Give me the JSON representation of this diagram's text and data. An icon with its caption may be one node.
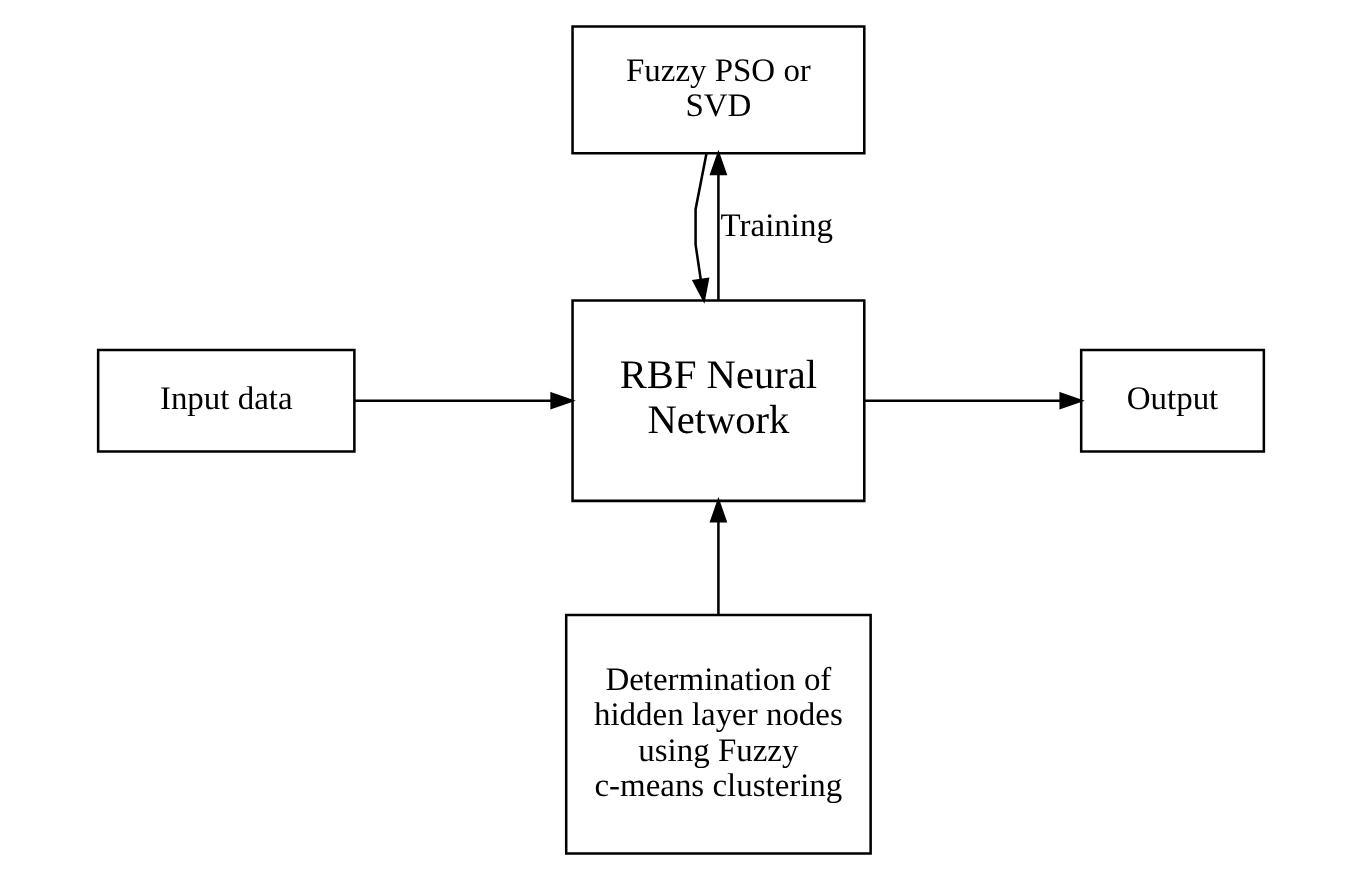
{
  "diagram": {
    "nodes": [
      {
        "text": [
          "Fuzzy PSO or SVD"
        ]
      },
      {
        "text": [
          "Input data"
        ]
      },
      {
        "text": [
          "RBF Neural Network"
        ]
      },
      {
        "text": [
          "Output"
        ]
      },
      {
        "text": [
          "Determination of hidden layer nodes using Fuzzy c-means clustering"
        ]
      }
    ],
    "edges": [
      {
        "from": 0,
        "to": 2,
        "arrow": "to"
      },
      {
        "from": 2,
        "to": 0,
        "arrow": "to",
        "label": "Training"
      },
      {
        "from": 1,
        "to": 2,
        "arrow": "to"
      },
      {
        "from": 2,
        "to": 3,
        "arrow": "to"
      },
      {
        "from": 4,
        "to": 2,
        "arrow": "to"
      }
    ]
  }
}
